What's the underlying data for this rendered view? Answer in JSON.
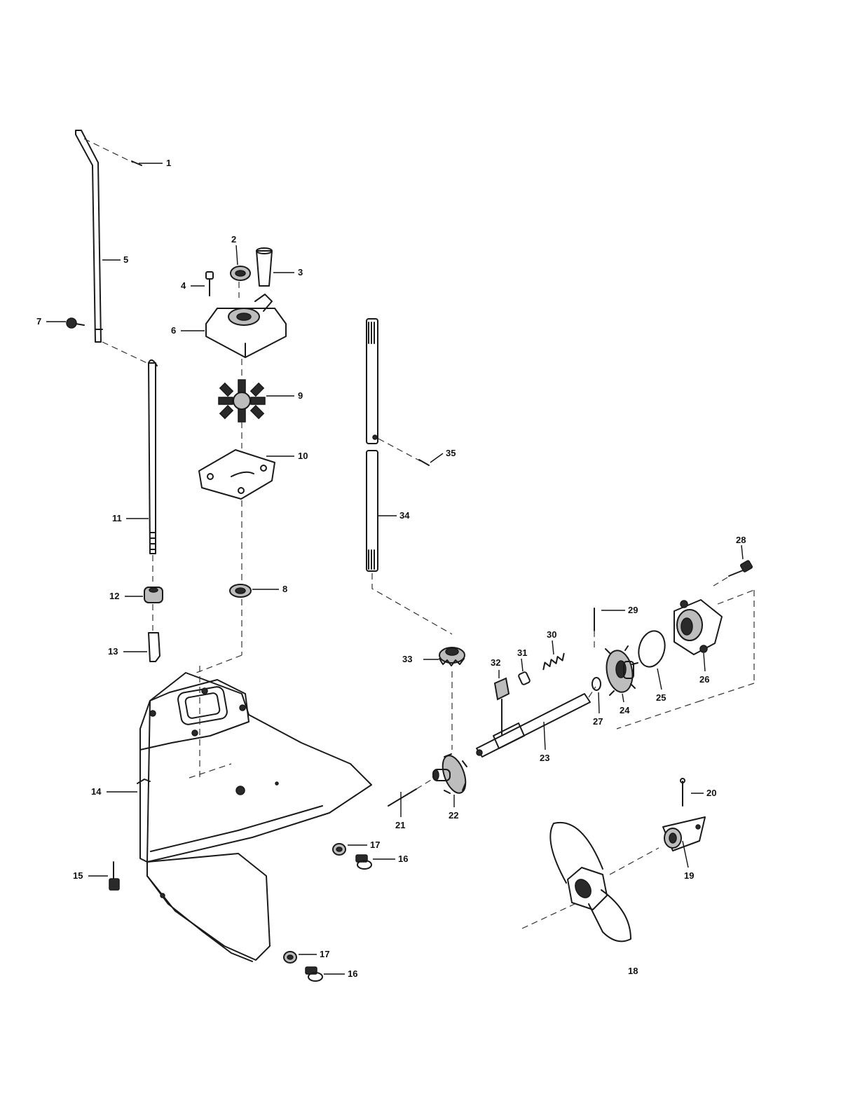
{
  "callouts": {
    "c1": "1",
    "c2": "2",
    "c3": "3",
    "c4": "4",
    "c5": "5",
    "c6": "6",
    "c7": "7",
    "c8": "8",
    "c9": "9",
    "c10": "10",
    "c11": "11",
    "c12": "12",
    "c13": "13",
    "c14": "14",
    "c15": "15",
    "c16a": "16",
    "c16b": "16",
    "c17a": "17",
    "c17b": "17",
    "c18": "18",
    "c19": "19",
    "c20": "20",
    "c21": "21",
    "c22": "22",
    "c23": "23",
    "c24": "24",
    "c25": "25",
    "c26": "26",
    "c27": "27",
    "c28": "28",
    "c29": "29",
    "c30": "30",
    "c31": "31",
    "c32": "32",
    "c33": "33",
    "c34": "34",
    "c35": "35"
  }
}
